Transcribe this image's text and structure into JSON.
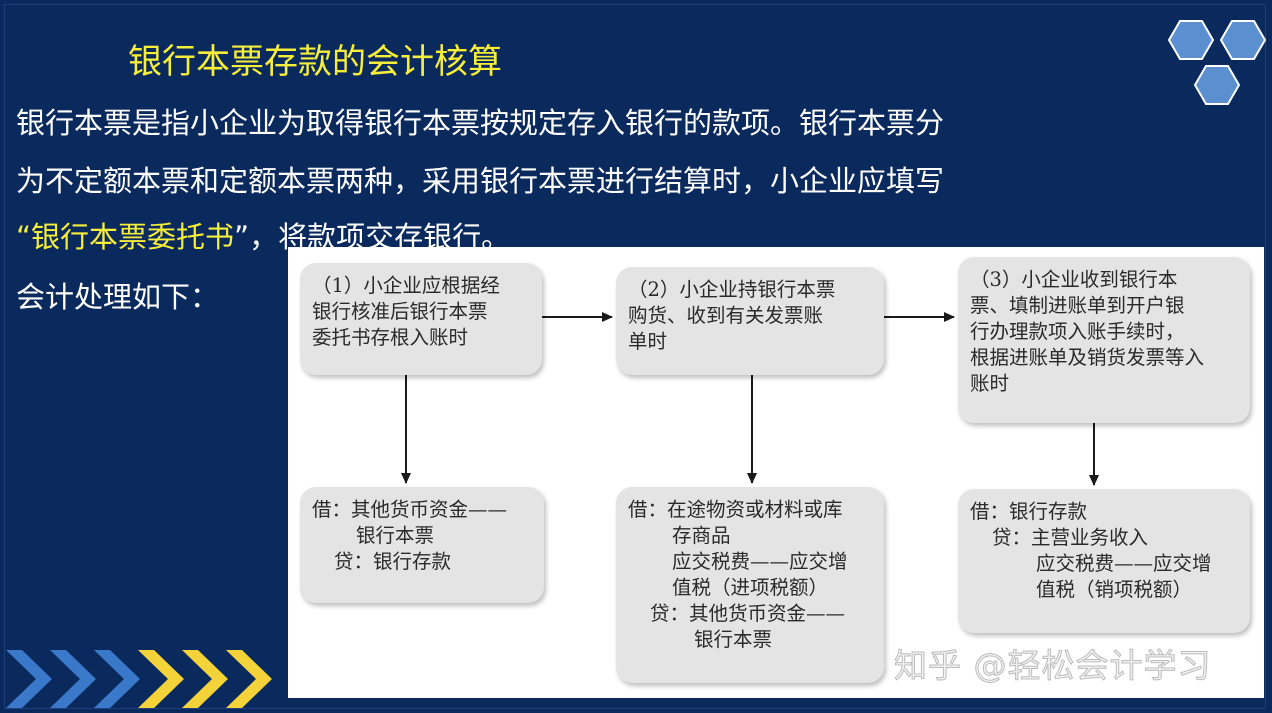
{
  "slide": {
    "title": "银行本票存款的会计核算",
    "paragraph_line1": "银行本票是指小企业为取得银行本票按规定存入银行的款项。银行本票分",
    "paragraph_line2": "为不定额本票和定额本票两种，采用银行本票进行结算时，小企业应填写",
    "paragraph_line3_quote_open": "“",
    "paragraph_line3_highlight": "银行本票委托书",
    "paragraph_line3_rest": "”，将款项交存银行。",
    "paragraph_line4": "会计处理如下："
  },
  "flow": {
    "step1": [
      "（1）小企业应根据经",
      "银行核准后银行本票",
      "委托书存根入账时"
    ],
    "step2": [
      "（2）小企业持银行本票",
      "购货、收到有关发票账",
      "单时"
    ],
    "step3": [
      "（3）小企业收到银行本",
      "票、填制进账单到开户银",
      "行办理款项入账手续时，",
      "根据进账单及销货发票等入",
      "账时"
    ],
    "entry1": [
      "借：其他货币资金——",
      "银行本票",
      "贷：银行存款"
    ],
    "entry2": [
      "借：在途物资或材料或库",
      "存商品",
      "应交税费——应交增",
      "值税（进项税额）",
      "贷：其他货币资金——",
      "银行本票"
    ],
    "entry3": [
      "借：银行存款",
      "贷：主营业务收入",
      "应交税费——应交增",
      "值税（销项税额）"
    ]
  },
  "watermark": "知乎 @轻松会计学习",
  "colors": {
    "background": "#0a2a5e",
    "title": "#f7ee3a",
    "hexagon": "#5b8fd0",
    "chevron_blue": "#3a78c9",
    "chevron_yellow": "#f3d23a"
  }
}
